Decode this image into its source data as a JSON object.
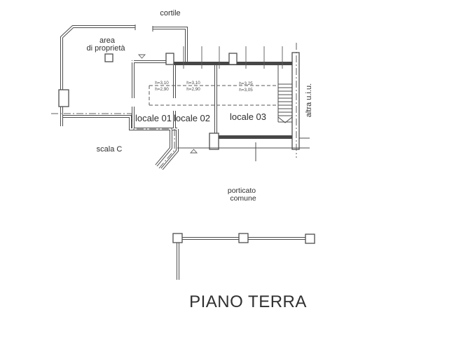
{
  "title": "PIANO TERRA",
  "labels": {
    "cortile": "cortile",
    "area_line1": "area",
    "area_line2": "di proprietà",
    "scala_c": "scala C",
    "porticato_line1": "porticato",
    "porticato_line2": "comune",
    "altra_uiu": "altra u.i.u."
  },
  "rooms": [
    {
      "label": "locale 01",
      "heights": [
        "h=3,10",
        "h=2,90"
      ]
    },
    {
      "label": "locale 02",
      "heights": [
        "h=3,10",
        "h=2,90"
      ]
    },
    {
      "label": "locale 03",
      "heights": [
        "h=3,25",
        "h=3,05"
      ]
    }
  ],
  "colors": {
    "wall_line": "#4d4d4d",
    "solid_wall": "#474747",
    "text": "#2e2e2e",
    "background": "#ffffff"
  }
}
